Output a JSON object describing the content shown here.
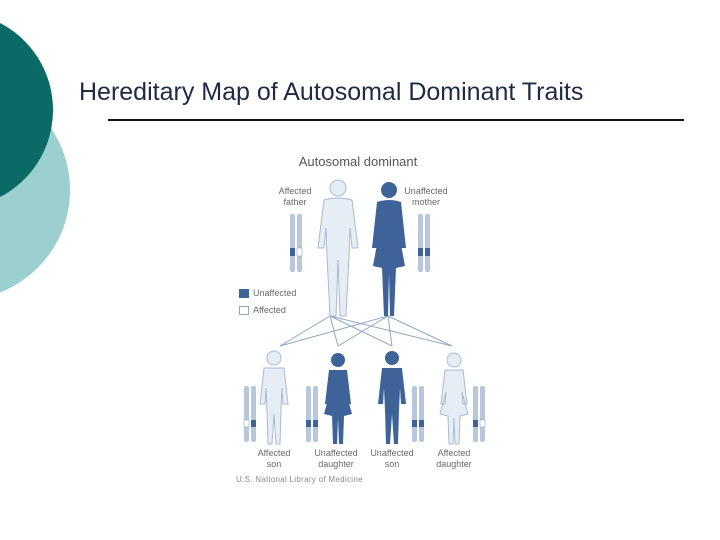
{
  "slide": {
    "title": "Hereditary Map of Autosomal Dominant Traits"
  },
  "figure": {
    "title": "Autosomal dominant",
    "parents": {
      "father": {
        "line1": "Affected",
        "line2": "father"
      },
      "mother": {
        "line1": "Unaffected",
        "line2": "mother"
      }
    },
    "legend": {
      "unaffected": "Unaffected",
      "affected": "Affected"
    },
    "children": [
      {
        "line1": "Affected",
        "line2": "son"
      },
      {
        "line1": "Unaffected",
        "line2": "daughter"
      },
      {
        "line1": "Unaffected",
        "line2": "son"
      },
      {
        "line1": "Affected",
        "line2": "daughter"
      }
    ],
    "credit": "U.S. National Library of Medicine"
  },
  "colors": {
    "theme_dark_teal": "#0b6a66",
    "theme_light_teal": "#9ccfcf",
    "unaffected_fill": "#3e6398",
    "affected_fill": "#e6edf5",
    "line": "#8fa7c4"
  }
}
